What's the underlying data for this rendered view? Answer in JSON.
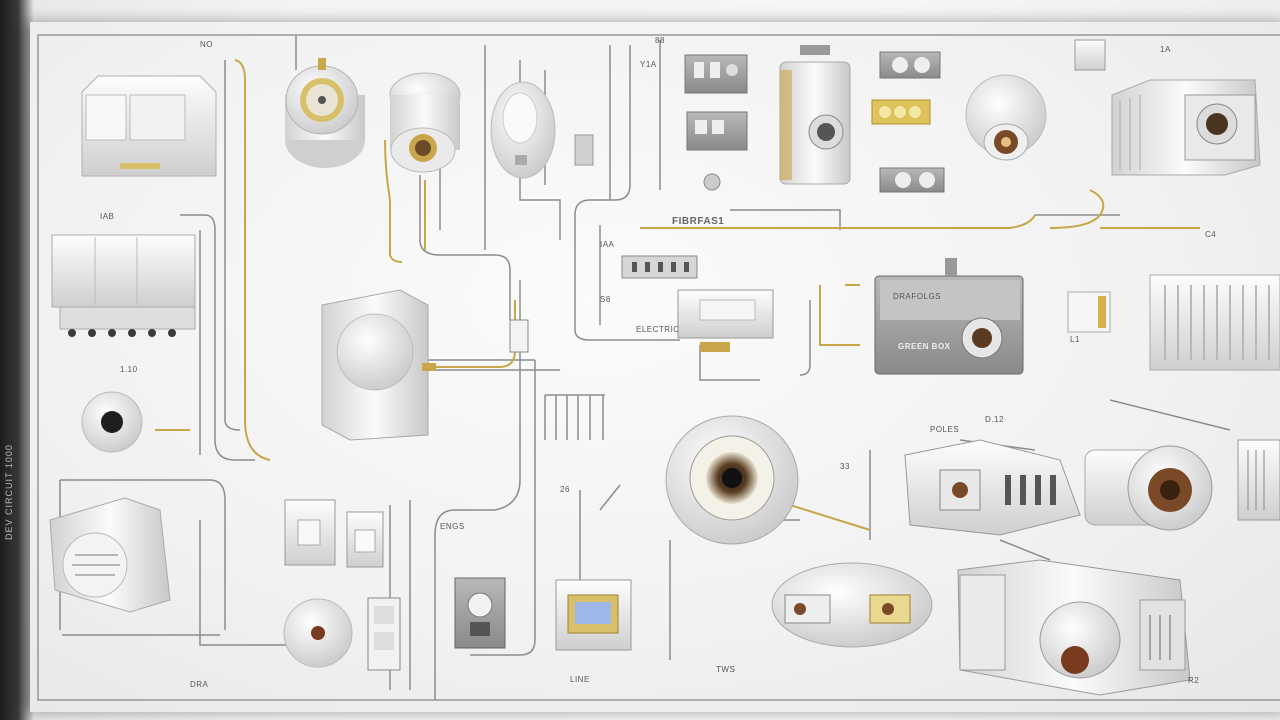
{
  "colors": {
    "board": "#f4f4f4",
    "wire_gold": "#c9a64a",
    "wire_gray": "#8c8c8c",
    "device_white": "#e6e6e6",
    "device_shadow": "#b5b5b5",
    "lens_dark": "#3b2a1c",
    "brass": "#d8b04a",
    "badge_gray": "#9a9a9a"
  },
  "labels": {
    "side": "DEV CIRCUIT 1000",
    "top_center": "FIBRFAS1",
    "green_box": "GREEN BOX",
    "box_top": "DRAFOLGS",
    "mid_panel": "ELECTRIC",
    "bottom_left": "ENGS",
    "b1": "NO",
    "b2": "IAB",
    "b3": "1.10",
    "b4": "88",
    "b5": "1A",
    "b6": "IAA",
    "b7": "26",
    "b8": "POLES",
    "b9": "LINE",
    "b10": "DRA",
    "b11": "R2",
    "b12": "C4",
    "b13": "S8",
    "b14": "L1",
    "b15": "TWS",
    "b16": "Y1A",
    "b17": "D.12",
    "b18": "33"
  },
  "icons": [
    "junction-box-icon",
    "breaker-panel-icon",
    "socket-icon",
    "cylinder-lamp-icon",
    "bulb-socket-icon",
    "dome-camera-icon",
    "relay-icon",
    "terminal-block-icon",
    "control-box-icon",
    "grille-icon",
    "lens-camera-icon",
    "motor-icon"
  ]
}
